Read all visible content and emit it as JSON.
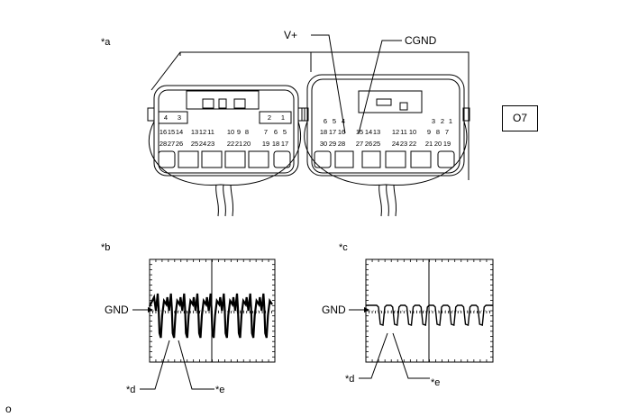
{
  "labels": {
    "a": "*a",
    "b": "*b",
    "c": "*c",
    "d_left": "*d",
    "e_left": "*e",
    "d_right": "*d",
    "e_right": "*e",
    "vplus": "V+",
    "cgnd": "CGND",
    "gnd_left": "GND",
    "gnd_right": "GND",
    "connector_id": "O7",
    "corner": "o"
  },
  "connector_left": {
    "top_pins": [
      "4",
      "3",
      "2",
      "1"
    ],
    "row1": [
      "16",
      "15",
      "14",
      "13",
      "12",
      "11",
      "10",
      "9",
      "8",
      "7",
      "6",
      "5"
    ],
    "row2": [
      "28",
      "27",
      "26",
      "25",
      "24",
      "23",
      "22",
      "21",
      "20",
      "19",
      "18",
      "17"
    ]
  },
  "connector_right": {
    "row0": [
      "6",
      "5",
      "4",
      "3",
      "2",
      "1"
    ],
    "row1": [
      "18",
      "17",
      "16",
      "15",
      "14",
      "13",
      "12",
      "11",
      "10",
      "9",
      "8",
      "7"
    ],
    "row2": [
      "30",
      "29",
      "28",
      "27",
      "26",
      "25",
      "24",
      "23",
      "22",
      "21",
      "20",
      "19"
    ]
  },
  "waveforms": {
    "left": {
      "pattern": "noisy-pulse-train",
      "pulses": 9
    },
    "right": {
      "pattern": "clean-pulse-train",
      "pulses": 8
    }
  }
}
